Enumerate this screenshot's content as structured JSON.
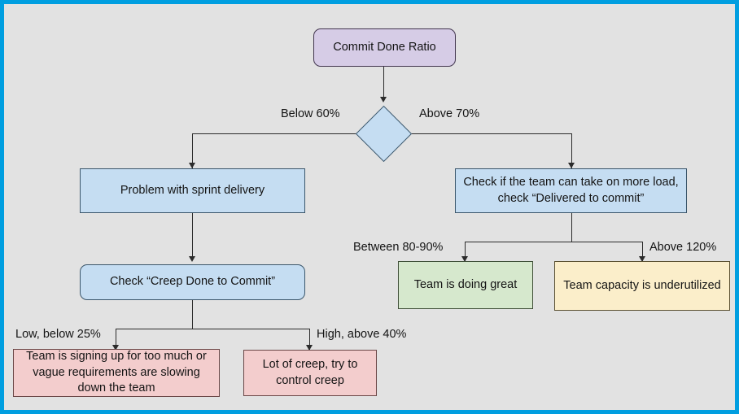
{
  "diagram": {
    "title": "Commit Done Ratio decision flowchart",
    "border_color": "#009ee0",
    "background_color": "#e2e2e2",
    "nodes": {
      "root": {
        "label": "Commit Done Ratio",
        "shape": "rounded-rectangle",
        "color": "#d6cce6"
      },
      "decision": {
        "label": "",
        "shape": "diamond",
        "color": "#c5ddf2"
      },
      "problem_sprint": {
        "label": "Problem with sprint delivery",
        "shape": "rectangle",
        "color": "#c5ddf2"
      },
      "check_capacity": {
        "label": "Check if the team can take on more load, check “Delivered to commit”",
        "shape": "rectangle",
        "color": "#c5ddf2"
      },
      "check_creep": {
        "label": "Check “Creep Done to Commit”",
        "shape": "rounded-rectangle",
        "color": "#c5ddf2"
      },
      "team_great": {
        "label": "Team is doing great",
        "shape": "rectangle",
        "color": "#d6e8cd"
      },
      "underutilized": {
        "label": "Team capacity is underutilized",
        "shape": "rectangle",
        "color": "#fbeeca"
      },
      "signing_up": {
        "label": "Team is signing up for too much or vague requirements are slowing down the team",
        "shape": "rectangle",
        "color": "#f3cdcd"
      },
      "lot_of_creep": {
        "label": "Lot of creep, try to control creep",
        "shape": "rectangle",
        "color": "#f3cdcd"
      }
    },
    "edge_labels": {
      "below_60": "Below 60%",
      "above_70": "Above 70%",
      "between_80_90": "Between 80-90%",
      "above_120": "Above 120%",
      "low_below_25": "Low, below 25%",
      "high_above_40": "High, above 40%"
    }
  }
}
